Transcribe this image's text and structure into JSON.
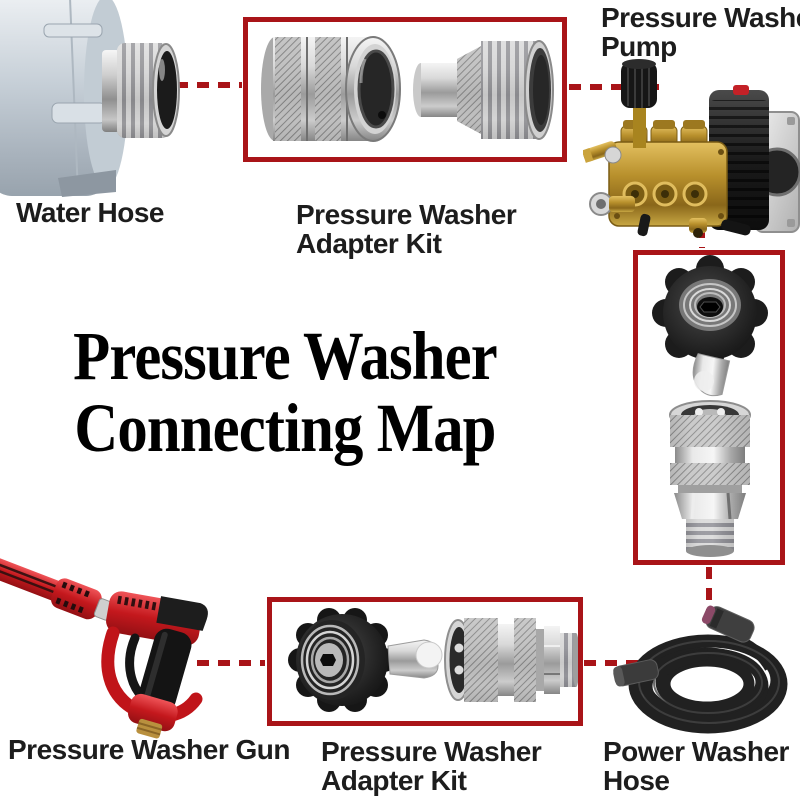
{
  "title": {
    "line1": "Pressure Washer",
    "line2": "Connecting Map"
  },
  "parts": {
    "water_hose": {
      "label": "Water Hose"
    },
    "adapter_kit_top": {
      "label_line1": "Pressure Washer",
      "label_line2": "Adapter Kit"
    },
    "pump": {
      "label_line1": "Pressure Washer",
      "label_line2": "Pump"
    },
    "gun": {
      "label": "Pressure Washer Gun"
    },
    "adapter_kit_bottom": {
      "label_line1": "Pressure Washer",
      "label_line2": "Adapter Kit"
    },
    "power_hose": {
      "label_line1": "Power Washer",
      "label_line2": "Hose"
    }
  },
  "colors": {
    "accent_red": "#a91418",
    "text": "#1d1d1d",
    "title_text": "#000000",
    "background": "#ffffff"
  },
  "illustrations": {
    "water_hose": "garden-hose-end-with-threaded-metal-fitting",
    "adapter_kit_top": "two-stainless-quick-connect-couplers",
    "pump": "brass-triplex-pressure-washer-pump",
    "m22_set_right": "black-m22-swivel-above-stainless-quick-connect",
    "gun": "red-and-black-spray-gun-with-lance",
    "adapter_kit_bottom": "black-m22-swivel-and-stainless-quick-connect",
    "power_hose": "coiled-black-high-pressure-hose"
  }
}
